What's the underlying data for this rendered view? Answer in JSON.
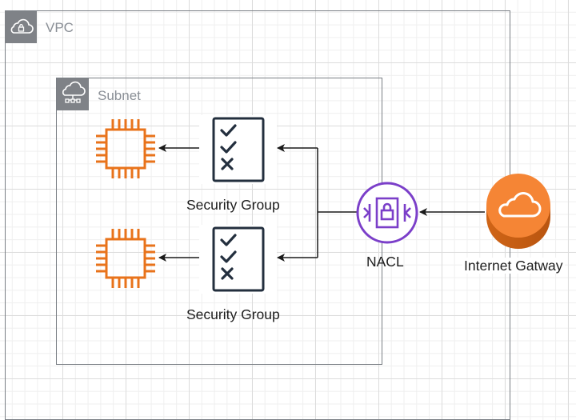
{
  "vpc": {
    "label": "VPC",
    "icon": "cloud-lock-icon"
  },
  "subnet": {
    "label": "Subnet",
    "icon": "cloud-network-icon"
  },
  "instances": [
    {
      "icon": "ec2-instance-icon",
      "color": "#e8731b"
    },
    {
      "icon": "ec2-instance-icon",
      "color": "#e8731b"
    }
  ],
  "security_groups": [
    {
      "label": "Security Group",
      "icon": "security-group-checklist-icon"
    },
    {
      "label": "Security Group",
      "icon": "security-group-checklist-icon"
    }
  ],
  "nacl": {
    "label": "NACL",
    "icon": "nacl-icon",
    "color": "#7b3fc9"
  },
  "internet_gateway": {
    "label": "Internet Gatway",
    "icon": "internet-gateway-cloud-icon",
    "color": "#f58535"
  },
  "colors": {
    "group_border": "#7a7f85",
    "arrow": "#1a1a1a",
    "checklist": "#232f3e"
  }
}
